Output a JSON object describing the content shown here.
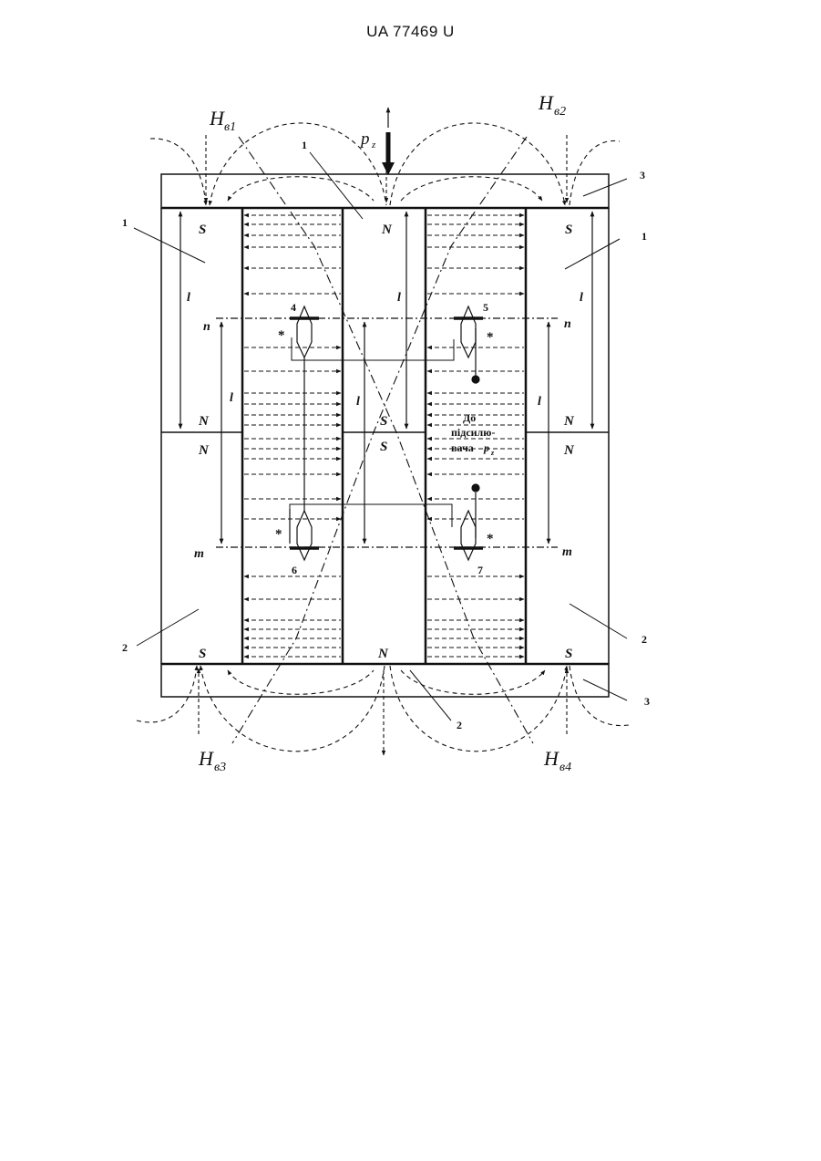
{
  "header": {
    "doc_number": "UA   77469   U"
  },
  "colors": {
    "ink": "#111111",
    "paper": "#ffffff"
  },
  "figure": {
    "field_labels": [
      {
        "main": "H",
        "sub": "в1"
      },
      {
        "main": "H",
        "sub": "в2"
      },
      {
        "main": "H",
        "sub": "в3"
      },
      {
        "main": "H",
        "sub": "в4"
      }
    ],
    "pressure": {
      "main": "p",
      "sub": "z"
    },
    "poles": {
      "top_left": "S",
      "top_center": "N",
      "top_right": "S",
      "mid_left_upper": "N",
      "mid_center_upper": "S",
      "mid_right_upper": "N",
      "mid_left_lower": "N",
      "mid_center_lower": "S",
      "mid_right_lower": "N",
      "bottom_left": "S",
      "bottom_center": "N",
      "bottom_right": "S"
    },
    "part_numbers": {
      "p1_center": "1",
      "p1_left": "1",
      "p1_right": "1",
      "p2_left": "2",
      "p2_right": "2",
      "p2_bottom": "2",
      "p3_top": "3",
      "p3_bottom": "3",
      "s4": "4",
      "s5": "5",
      "s6": "6",
      "s7": "7"
    },
    "dims": {
      "l": "l",
      "n": "n",
      "m": "m"
    },
    "stars": "*",
    "amplifier_text": {
      "line1": "До",
      "line2": "підсилю-",
      "line3": "вача",
      "var": "p",
      "sub": "z"
    }
  }
}
